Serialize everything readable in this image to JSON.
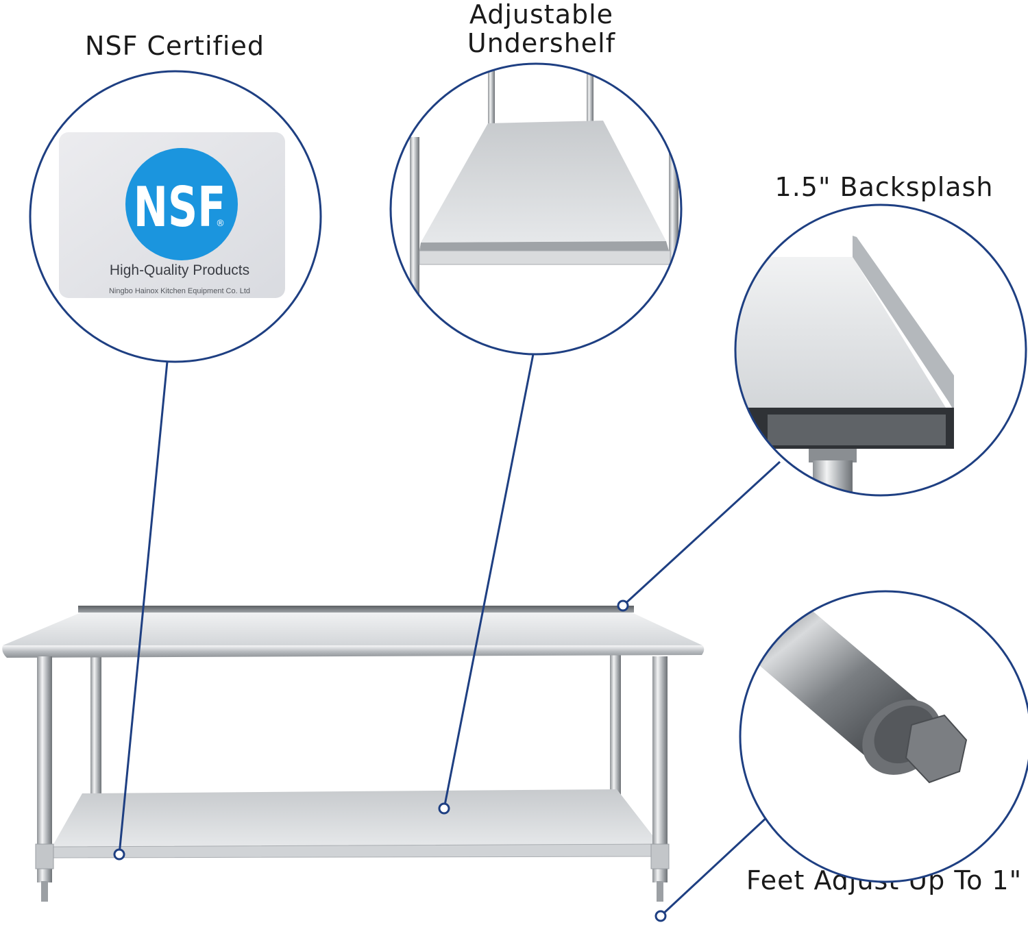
{
  "callouts": {
    "nsf": {
      "caption": "NSF Certified"
    },
    "undershelf": {
      "caption_line1": "Adjustable",
      "caption_line2": "Undershelf"
    },
    "backsplash": {
      "caption": "1.5\" Backsplash"
    },
    "feet": {
      "caption": "Feet Adjust Up To 1\""
    }
  },
  "nsf_label": {
    "logo_text": "NSF",
    "registered_mark": "®",
    "tagline": "High-Quality Products",
    "company": "Ningbo Hainox Kitchen Equipment Co. Ltd"
  },
  "colors": {
    "callout_ring": "#1e3f82",
    "nsf_blue": "#1b95de",
    "steel_light": "#e4e6e8",
    "steel_mid": "#b4b8bc",
    "steel_dark": "#5a5e62"
  }
}
